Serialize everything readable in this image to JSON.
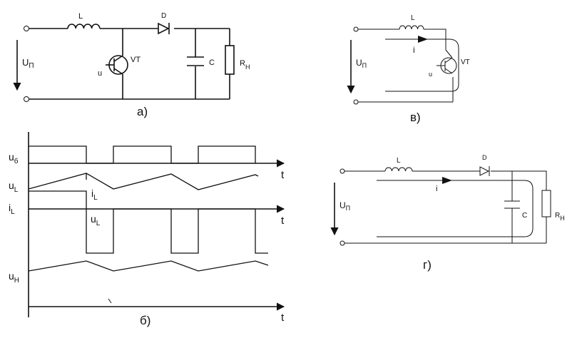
{
  "circuit_a": {
    "caption": "а)",
    "inductor": "L",
    "diode": "D",
    "transistor": "VT",
    "capacitor": "C",
    "load_main": "R",
    "load_sub": "H",
    "voltage_main": "U",
    "voltage_sub": "П",
    "control": "u"
  },
  "circuit_b": {
    "caption": "в)",
    "inductor": "L",
    "current": "i",
    "transistor": "VT",
    "voltage_main": "U",
    "voltage_sub": "П",
    "control": "u"
  },
  "circuit_g": {
    "caption": "г)",
    "inductor": "L",
    "diode": "D",
    "current": "i",
    "capacitor": "C",
    "load_main": "R",
    "load_sub": "H",
    "voltage_main": "U",
    "voltage_sub": "П"
  },
  "waveforms": {
    "caption": "б)",
    "time_label": "t",
    "u_b_main": "u",
    "u_b_sub": "б",
    "u_l_main": "u",
    "u_l_sub": "L",
    "i_l_main": "i",
    "i_l_sub": "L",
    "i_l_annot_main": "i",
    "i_l_annot_sub": "L",
    "u_l_annot_main": "u",
    "u_l_annot_sub": "L",
    "u_h_main": "u",
    "u_h_sub": "H"
  }
}
